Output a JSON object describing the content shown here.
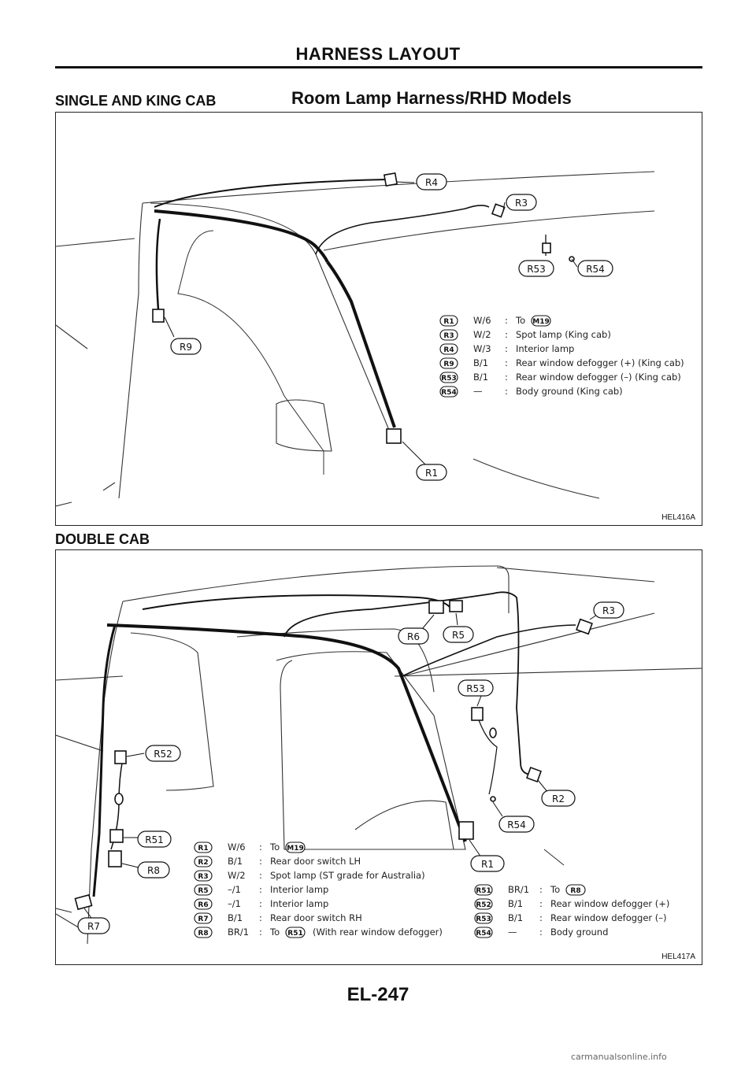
{
  "header": {
    "section": "HARNESS LAYOUT"
  },
  "top": {
    "subtitle": "SINGLE AND KING CAB",
    "title": "Room Lamp Harness/RHD Models",
    "figure_code": "HEL416A",
    "callouts": {
      "r4": "R4",
      "r3": "R3",
      "r53": "R53",
      "r54": "R54",
      "r9": "R9",
      "r1": "R1"
    },
    "legend": [
      {
        "id": "R1",
        "spec": "W/6",
        "desc": "To",
        "ref": "M19"
      },
      {
        "id": "R3",
        "spec": "W/2",
        "desc": "Spot lamp (King cab)"
      },
      {
        "id": "R4",
        "spec": "W/3",
        "desc": "Interior lamp"
      },
      {
        "id": "R9",
        "spec": "B/1",
        "desc": "Rear window defogger (+) (King cab)"
      },
      {
        "id": "R53",
        "spec": "B/1",
        "desc": "Rear window defogger (–) (King cab)"
      },
      {
        "id": "R54",
        "spec": "—",
        "desc": "Body ground (King cab)"
      }
    ]
  },
  "bottom": {
    "subtitle": "DOUBLE CAB",
    "figure_code": "HEL417A",
    "callouts": {
      "r3": "R3",
      "r6": "R6",
      "r5": "R5",
      "r53": "R53",
      "r52": "R52",
      "r2": "R2",
      "r54": "R54",
      "r51": "R51",
      "r1": "R1",
      "r8": "R8",
      "r7": "R7"
    },
    "legend_left": [
      {
        "id": "R1",
        "spec": "W/6",
        "desc": "To",
        "ref": "M19"
      },
      {
        "id": "R2",
        "spec": "B/1",
        "desc": "Rear door switch LH"
      },
      {
        "id": "R3",
        "spec": "W/2",
        "desc": "Spot lamp (ST grade for Australia)"
      },
      {
        "id": "R5",
        "spec": "–/1",
        "desc": "Interior lamp"
      },
      {
        "id": "R6",
        "spec": "–/1",
        "desc": "Interior lamp"
      },
      {
        "id": "R7",
        "spec": "B/1",
        "desc": "Rear door switch RH"
      },
      {
        "id": "R8",
        "spec": "BR/1",
        "desc": "To",
        "ref": "R51",
        "note": "(With rear window defogger)"
      }
    ],
    "legend_right": [
      {
        "id": "R51",
        "spec": "BR/1",
        "desc": "To",
        "ref": "R8"
      },
      {
        "id": "R52",
        "spec": "B/1",
        "desc": "Rear window defogger (+)"
      },
      {
        "id": "R53",
        "spec": "B/1",
        "desc": "Rear window defogger (–)"
      },
      {
        "id": "R54",
        "spec": "—",
        "desc": "Body ground"
      }
    ]
  },
  "footer": {
    "page_number": "EL-247",
    "watermark": "carmanualsonline.info"
  }
}
